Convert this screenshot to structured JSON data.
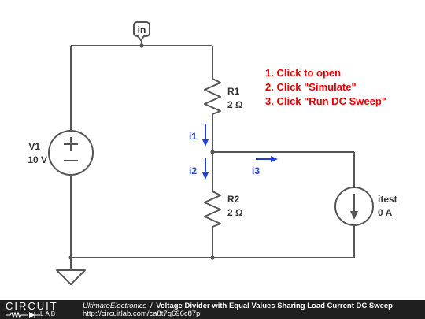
{
  "schematic": {
    "net_label": "in",
    "source": {
      "name": "V1",
      "value": "10 V"
    },
    "r1": {
      "name": "R1",
      "value": "2 Ω"
    },
    "r2": {
      "name": "R2",
      "value": "2 Ω"
    },
    "current_source": {
      "name": "itest",
      "value": "0 A"
    },
    "currents": {
      "i1": "i1",
      "i2": "i2",
      "i3": "i3"
    }
  },
  "instructions": [
    "1. Click to open",
    "2. Click \"Simulate\"",
    "3. Click \"Run DC Sweep\""
  ],
  "colors": {
    "wire": "#555555",
    "current_arrow": "#1f3fd0",
    "instruction": "#e60000",
    "footer_bg": "#1f1f1f"
  },
  "footer": {
    "logo_top": "CIRCUIT",
    "logo_bottom": "LAB",
    "author": "UltimateElectronics",
    "separator": "/",
    "title": "Voltage Divider with Equal Values Sharing Load Current DC Sweep",
    "url": "http://circuitlab.com/ca8t7q696c87p"
  }
}
